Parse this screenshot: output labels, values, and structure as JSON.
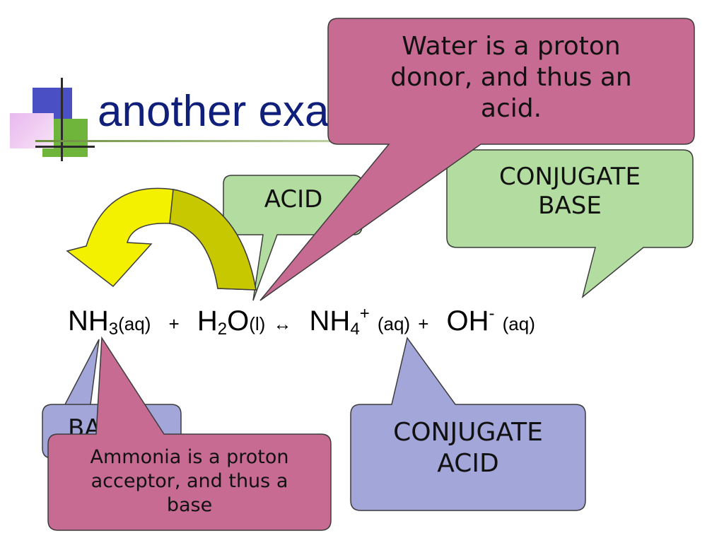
{
  "slide": {
    "title": "another example"
  },
  "labels": {
    "acid": "ACID",
    "conjugate_base_line1": "CONJUGATE",
    "conjugate_base_line2": "BASE",
    "base_partial": "BA",
    "conjugate_acid_line1": "CONJUGATE",
    "conjugate_acid_line2": "ACID"
  },
  "callouts": {
    "water_line1": "Water is a proton",
    "water_line2": "donor, and thus an",
    "water_line3": "acid.",
    "ammonia_line1": "Ammonia is a proton",
    "ammonia_line2": "acceptor, and thus a",
    "ammonia_line3": "base"
  },
  "equation": {
    "reactant1": "NH",
    "reactant1_sub": "3",
    "reactant1_state": "(aq)",
    "plus1": "+",
    "reactant2_a": "H",
    "reactant2_sub": "2",
    "reactant2_b": "O",
    "reactant2_state": "(l)",
    "arrow": "↔",
    "product1": "NH",
    "product1_sub": "4",
    "product1_sup": "+",
    "product1_state": "(aq)",
    "plus2": "+",
    "product2": "OH",
    "product2_sup": "-",
    "product2_state": "(aq)"
  },
  "colors": {
    "title": "#0f1f7a",
    "green_callout": "#b3dca0",
    "blue_callout": "#a3a6d9",
    "pink_callout": "#c86b93",
    "arrow_fill": "#f3f000",
    "arrow_shade": "#c8c800"
  }
}
